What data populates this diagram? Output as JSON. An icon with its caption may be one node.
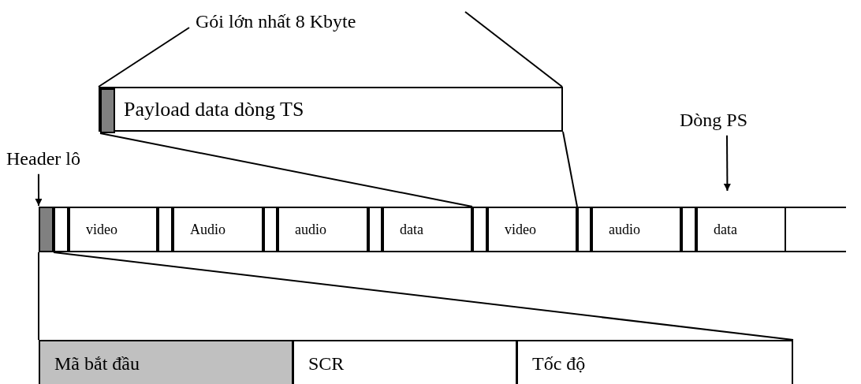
{
  "diagram": {
    "nodes": [
      {
        "text": [
          "Payload data dòng TS"
        ]
      },
      {
        "text": [],
        "shape": "bar",
        "in": 0
      },
      {
        "text": [
          "Header lô"
        ]
      },
      {
        "text": [
          "Dòng PS"
        ]
      },
      {
        "text": [],
        "shape": "band"
      },
      {
        "text": [],
        "shape": "bar",
        "in": 4
      },
      {
        "text": [],
        "shape": "box",
        "in": 4
      },
      {
        "text": [
          "video"
        ],
        "in": 4
      },
      {
        "text": [],
        "shape": "box",
        "in": 4
      },
      {
        "text": [
          "Audio"
        ],
        "in": 4
      },
      {
        "text": [],
        "shape": "box",
        "in": 4
      },
      {
        "text": [
          "audio"
        ],
        "in": 4
      },
      {
        "text": [],
        "shape": "box",
        "in": 4
      },
      {
        "text": [
          "data"
        ],
        "in": 4
      },
      {
        "text": [],
        "shape": "box",
        "in": 4
      },
      {
        "text": [
          "video"
        ],
        "in": 4
      },
      {
        "text": [],
        "shape": "box",
        "in": 4
      },
      {
        "text": [
          "audio"
        ],
        "in": 4
      },
      {
        "text": [],
        "shape": "box",
        "in": 4
      },
      {
        "text": [
          "data"
        ],
        "in": 4
      },
      {
        "text": [
          "Mã bắt đầu"
        ]
      },
      {
        "text": [
          "SCR"
        ]
      },
      {
        "text": [
          "Tốc độ"
        ]
      }
    ],
    "edges": [
      {
        "from": 2,
        "to": 5,
        "arrow": "to"
      },
      {
        "from": 3,
        "to": 4,
        "arrow": "to"
      },
      {
        "from": 1,
        "to": 14,
        "arrow": "none"
      },
      {
        "from": 0,
        "to": 16,
        "arrow": "none"
      },
      {
        "from": 5,
        "to": 20,
        "arrow": "none"
      },
      {
        "from": 5,
        "to": 22,
        "arrow": "none"
      }
    ],
    "labels": [
      "Gói lớn nhất 8 Kbyte"
    ]
  }
}
